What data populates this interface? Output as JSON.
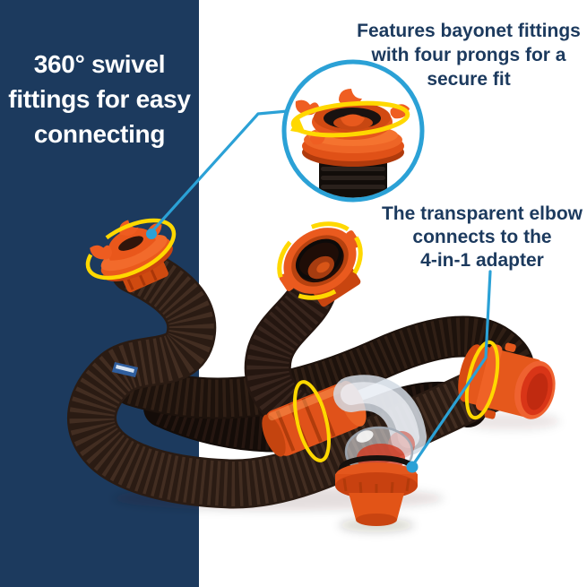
{
  "panel": {
    "headline_lines": [
      "360° swivel",
      "fittings for easy",
      "connecting"
    ],
    "bg_color": "#1c3a5e",
    "text_color": "#ffffff"
  },
  "callouts": {
    "bayonet": {
      "lines": [
        "Features bayonet fittings",
        "with four prongs for a",
        "secure fit"
      ],
      "text_color": "#1c3a5e"
    },
    "elbow": {
      "lines": [
        "The transparent elbow",
        "connects to the",
        "4-in-1 adapter"
      ],
      "text_color": "#1c3a5e"
    }
  },
  "graphics": {
    "inset_detail": "bayonet-fitting-closeup",
    "accent_blue": "#2ba1d6",
    "swivel_ring_yellow": "#ffd800",
    "fitting_orange": "#e8571b",
    "adapter_red": "#d63a22",
    "hose_brown": "#2a1b13",
    "background": "#ffffff"
  }
}
